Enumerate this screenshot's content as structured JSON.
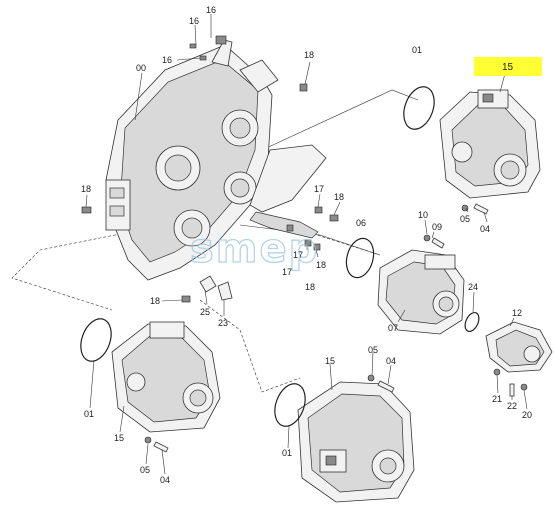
{
  "diagram": {
    "watermark": "smep",
    "highlight_color": "#ffff33",
    "highlighted_label": "15",
    "callouts": [
      {
        "id": "c-16a",
        "text": "16"
      },
      {
        "id": "c-16b",
        "text": "16"
      },
      {
        "id": "c-16c",
        "text": "16"
      },
      {
        "id": "c-18a",
        "text": "18"
      },
      {
        "id": "c-00",
        "text": "00"
      },
      {
        "id": "c-01a",
        "text": "01"
      },
      {
        "id": "c-18b",
        "text": "18"
      },
      {
        "id": "c-17a",
        "text": "17"
      },
      {
        "id": "c-18c",
        "text": "18"
      },
      {
        "id": "c-06",
        "text": "06"
      },
      {
        "id": "c-17b",
        "text": "17"
      },
      {
        "id": "c-18d",
        "text": "18"
      },
      {
        "id": "c-17c",
        "text": "17"
      },
      {
        "id": "c-18e",
        "text": "18"
      },
      {
        "id": "c-18f",
        "text": "18"
      },
      {
        "id": "c-25",
        "text": "25"
      },
      {
        "id": "c-23",
        "text": "23"
      },
      {
        "id": "c-05a",
        "text": "05"
      },
      {
        "id": "c-04a",
        "text": "04"
      },
      {
        "id": "c-10",
        "text": "10"
      },
      {
        "id": "c-09",
        "text": "09"
      },
      {
        "id": "c-07",
        "text": "07"
      },
      {
        "id": "c-24",
        "text": "24"
      },
      {
        "id": "c-12",
        "text": "12"
      },
      {
        "id": "c-21",
        "text": "21"
      },
      {
        "id": "c-22",
        "text": "22"
      },
      {
        "id": "c-20",
        "text": "20"
      },
      {
        "id": "c-01b",
        "text": "01"
      },
      {
        "id": "c-15b",
        "text": "15"
      },
      {
        "id": "c-05b",
        "text": "05"
      },
      {
        "id": "c-04b",
        "text": "04"
      },
      {
        "id": "c-15c",
        "text": "15"
      },
      {
        "id": "c-05c",
        "text": "05"
      },
      {
        "id": "c-04c",
        "text": "04"
      },
      {
        "id": "c-01c",
        "text": "01"
      }
    ]
  }
}
